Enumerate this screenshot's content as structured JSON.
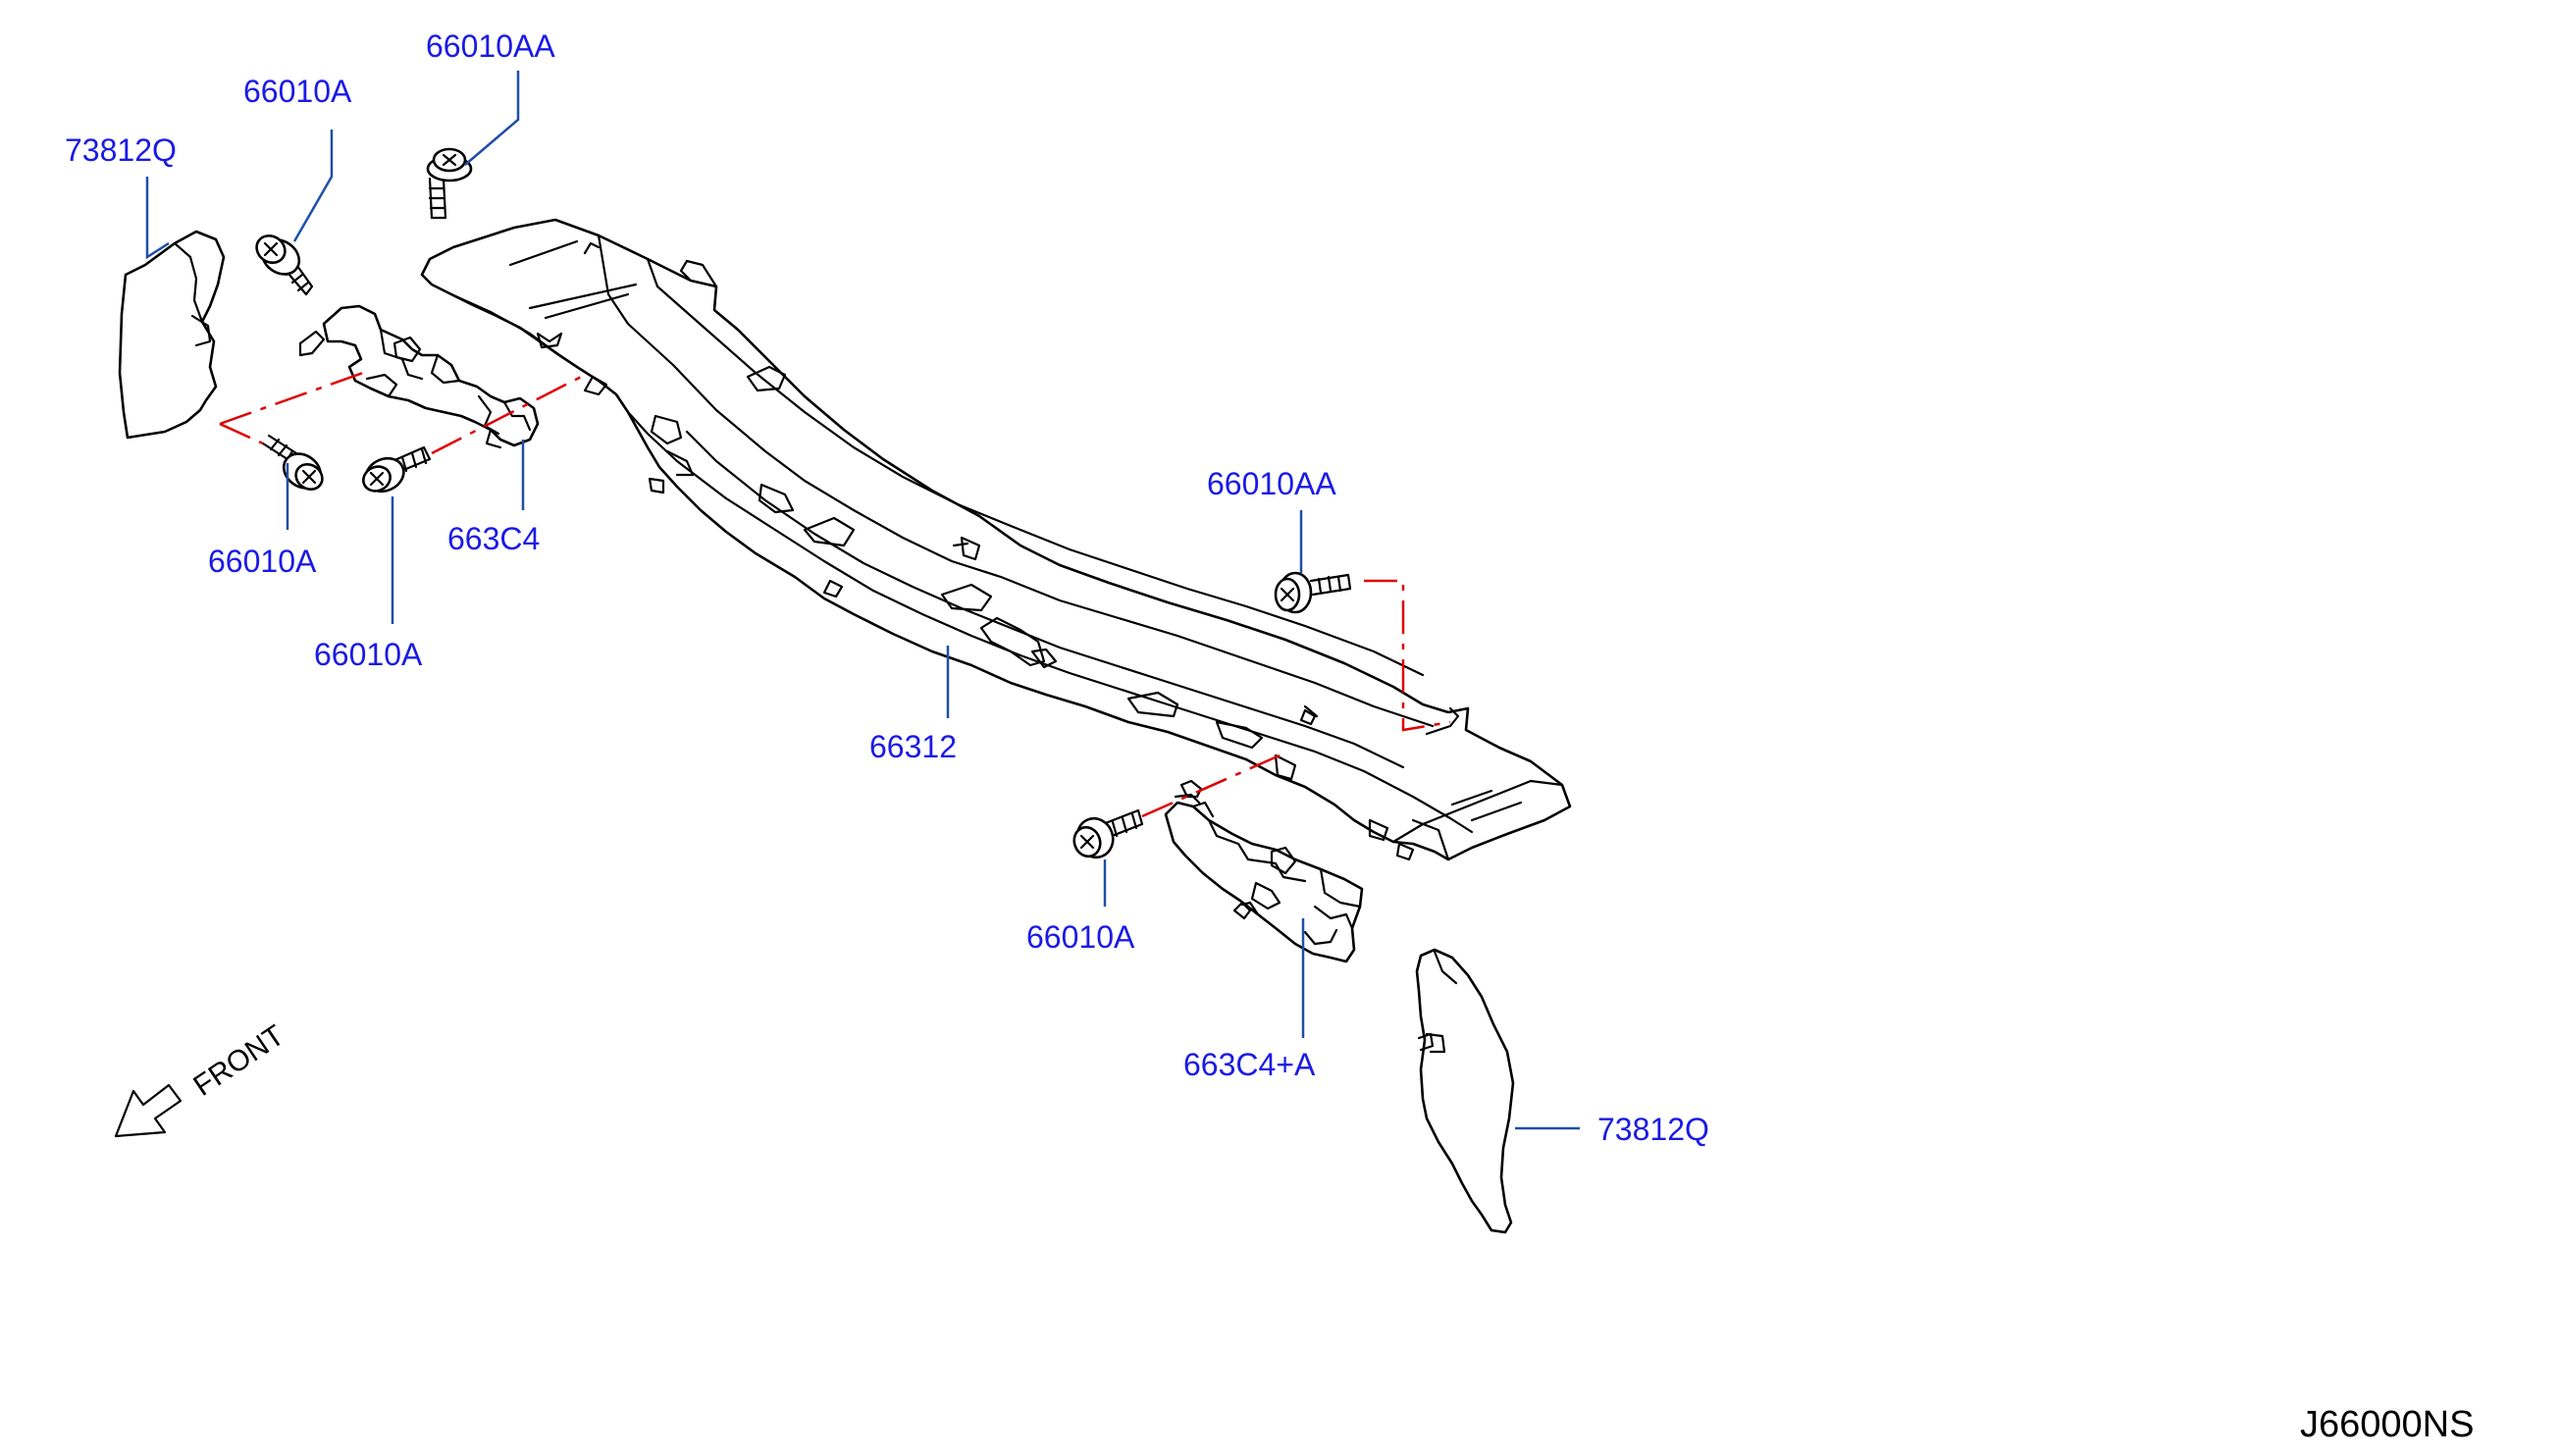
{
  "labels": {
    "bolt_top_right": "66010AA",
    "bolt_top_left": "66010A",
    "trim_left": "73812Q",
    "bolt_lower_left": "66010A",
    "bracket_left": "663C4",
    "bolt_lower_mid": "66010A",
    "bolt_mid_right": "66010AA",
    "cowl_panel": "66312",
    "bolt_lower_right": "66010A",
    "bracket_right": "663C4+A",
    "trim_right": "73812Q"
  },
  "front_text": "FRONT",
  "diagram_code": "J66000NS",
  "colors": {
    "label": "#1a1ae6",
    "leader_line": "#1f4fa8",
    "reference_line": "#e00000",
    "part_outline": "#000000"
  }
}
